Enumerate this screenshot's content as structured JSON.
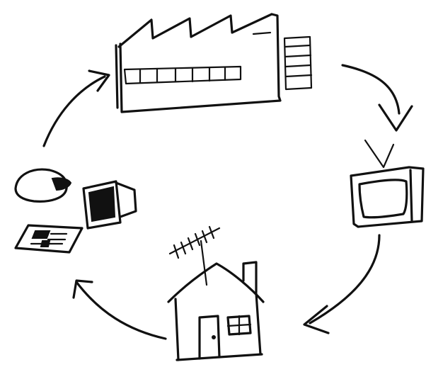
{
  "diagram": {
    "style": "hand-drawn cycle",
    "ink_color": "#111111",
    "background": "#ffffff",
    "nodes": [
      {
        "id": "factory",
        "icon": "factory-icon"
      },
      {
        "id": "television",
        "icon": "television-icon"
      },
      {
        "id": "house",
        "icon": "house-with-antenna-icon"
      },
      {
        "id": "discarded-electronics",
        "icon": "electronics-pile-icon"
      }
    ],
    "cycle_order": [
      "factory",
      "television",
      "house",
      "discarded-electronics",
      "factory"
    ]
  }
}
